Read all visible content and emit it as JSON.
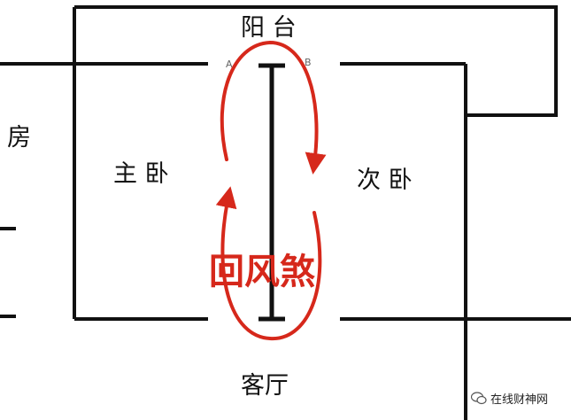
{
  "labels": {
    "balcony": "阳 台",
    "fang": "房",
    "master_bedroom": "主 卧",
    "second_bedroom": "次 卧",
    "living_room": "客厅",
    "point_a": "A",
    "point_b": "B",
    "feng_sha": "回风煞"
  },
  "watermark": {
    "text": "在线财神网",
    "icon": "wechat-icon"
  },
  "colors": {
    "wall": "#111111",
    "arrow": "#d6281b",
    "background": "#ffffff"
  }
}
